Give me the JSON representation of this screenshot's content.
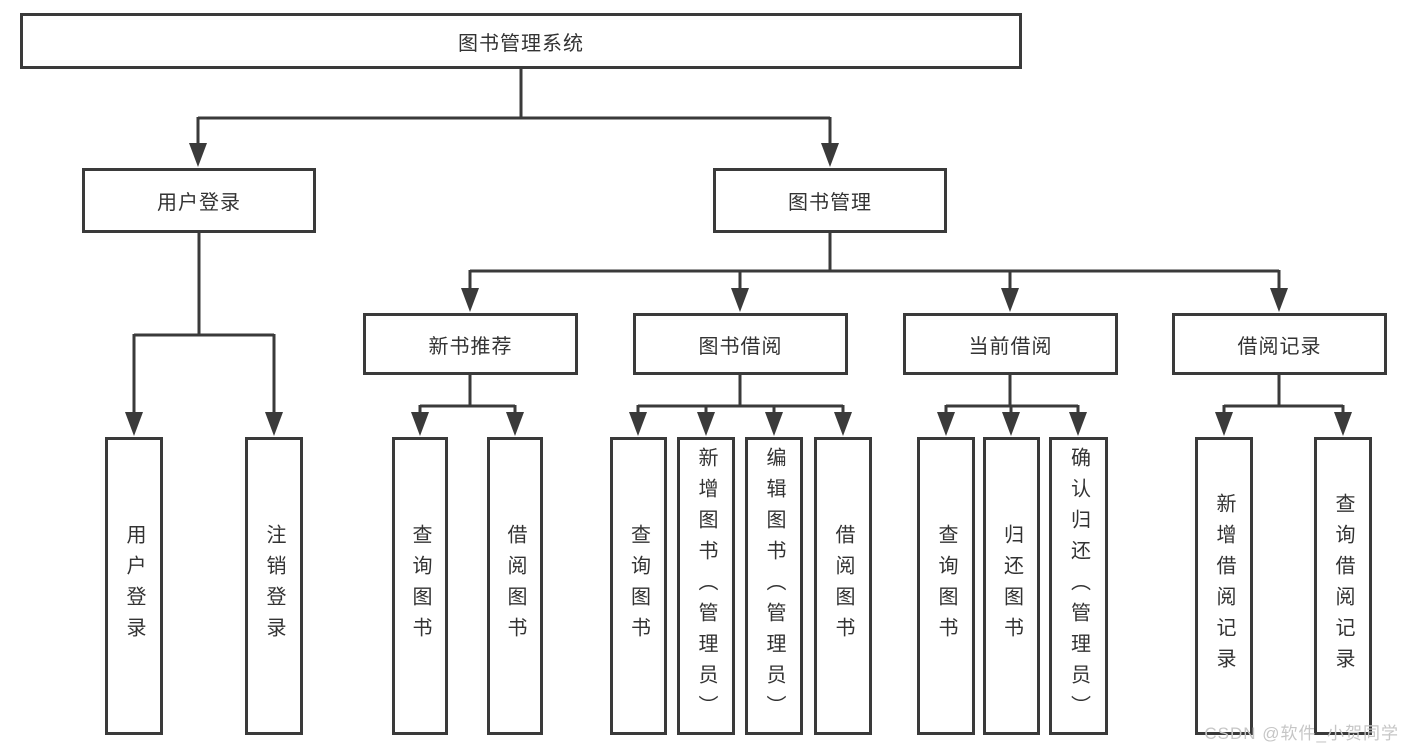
{
  "nodes": {
    "root": "图书管理系统",
    "level2": [
      "用户登录",
      "图书管理"
    ],
    "level3": [
      "新书推荐",
      "图书借阅",
      "当前借阅",
      "借阅记录"
    ],
    "leaves_login": [
      "用户登录",
      "注销登录"
    ],
    "leaves_newbook": [
      "查询图书",
      "借阅图书"
    ],
    "leaves_borrow": [
      "查询图书",
      "新增图书（管理员）",
      "编辑图书（管理员）",
      "借阅图书"
    ],
    "leaves_current": [
      "查询图书",
      "归还图书",
      "确认归还（管理员）"
    ],
    "leaves_records": [
      "新增借阅记录",
      "查询借阅记录"
    ]
  },
  "watermark": "CSDN @软件_小贺同学",
  "colors": {
    "line": "#3a3a3a",
    "text": "#333333",
    "watermark": "#c6c6c6",
    "background": "#ffffff"
  }
}
